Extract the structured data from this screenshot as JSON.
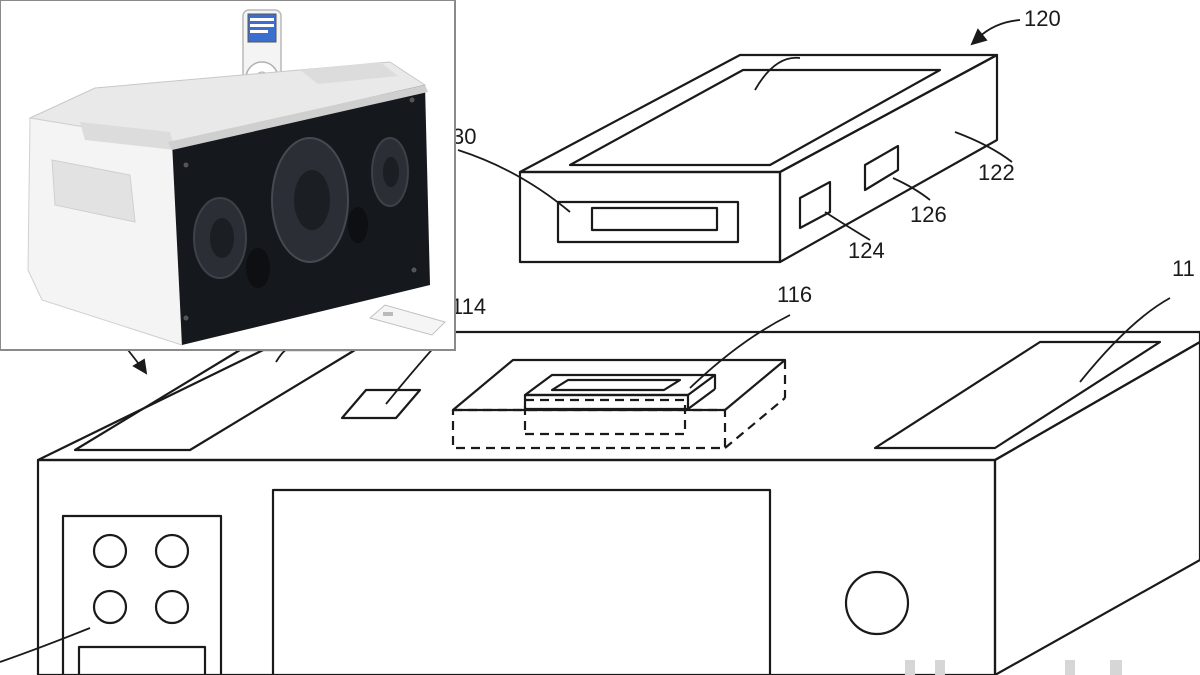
{
  "figure": {
    "reference_labels": {
      "device": "120",
      "device_side": "122",
      "port_a": "124",
      "port_b": "126",
      "connector": "30",
      "dock_well": "116",
      "slot": "114",
      "base": "11"
    }
  },
  "inset_photo": {
    "subject": "speaker dock with media player",
    "icons": [
      "media-player-icon",
      "speaker-driver-icon",
      "remote-control-icon"
    ]
  },
  "colors": {
    "line": "#1a1a1a",
    "paper": "#ffffff",
    "speaker_body": "#f2f2f2",
    "speaker_front": "#15181c",
    "cone": "#2b2f35",
    "inset_border": "#8a8a8a"
  }
}
